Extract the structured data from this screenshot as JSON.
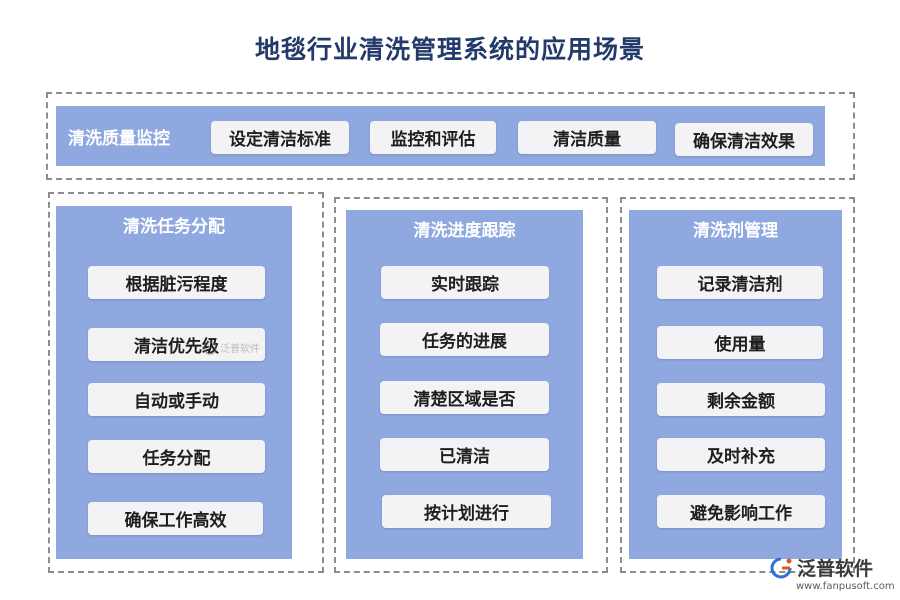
{
  "title": "地毯行业清洗管理系统的应用场景",
  "top": {
    "label": "清洗质量监控",
    "items": [
      "设定清洁标准",
      "监控和评估",
      "清洁质量",
      "确保清洁效果"
    ]
  },
  "columns": [
    {
      "header": "清洗任务分配",
      "items": [
        "根据脏污程度",
        "清洁优先级",
        "自动或手动",
        "任务分配",
        "确保工作高效"
      ]
    },
    {
      "header": "清洗进度跟踪",
      "items": [
        "实时跟踪",
        "任务的进展",
        "清楚区域是否",
        "已清洁",
        "按计划进行"
      ]
    },
    {
      "header": "清洗剂管理",
      "items": [
        "记录清洁剂",
        "使用量",
        "剩余金额",
        "及时补充",
        "避免影响工作"
      ]
    }
  ],
  "watermark": {
    "name": "泛普软件",
    "url": "www.fanpusoft.com"
  },
  "colors": {
    "panel": "#8fa8e0",
    "pill": "#f3f3f5",
    "title": "#233a6b"
  }
}
